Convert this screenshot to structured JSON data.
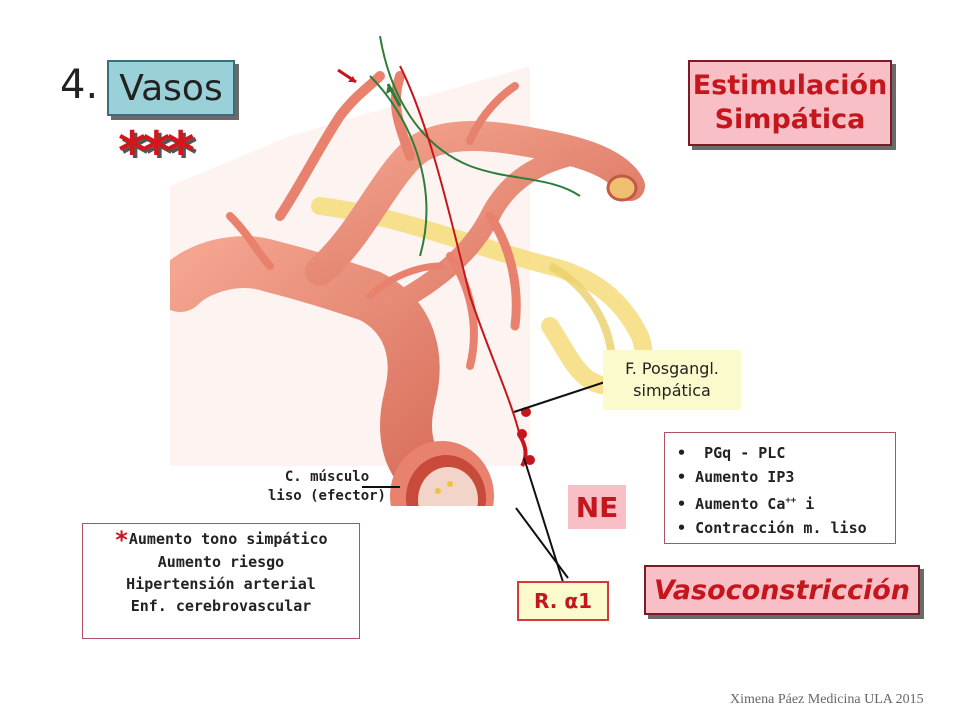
{
  "heading": {
    "number": "4.",
    "title": "Vasos",
    "stars": "***"
  },
  "estimulacion": {
    "line1": "Estimulación",
    "line2": "Simpática"
  },
  "fibra": {
    "line1": "F. Posgangl.",
    "line2": "simpática"
  },
  "pathway": {
    "item1": "PGq - PLC",
    "item2": "Aumento IP3",
    "item3_main": "Aumento Ca",
    "item3_sup": "++",
    "item3_end": " i",
    "item4": "Contracción m. liso"
  },
  "ne_label": "NE",
  "vasoconstriccion": "Vasoconstricción",
  "receptor": "R. α1",
  "musculo": {
    "line1": "C. músculo",
    "line2": "liso (efector)"
  },
  "riesgo": {
    "asterisk": "*",
    "line1": "Aumento tono simpático",
    "line2": "Aumento riesgo",
    "line3": "Hipertensión arterial",
    "line4": "Enf. cerebrovascular"
  },
  "footer": "Ximena Páez Medicina ULA 2015",
  "colors": {
    "accent_red": "#c4161c",
    "pink_box": "#f8bfc7",
    "cyan_box": "#9ad1d8",
    "yellow_box": "#fbfacd",
    "vessel": "#e8826e",
    "nerve_green": "#2e7d3a",
    "nerve_red": "#c4161c"
  }
}
